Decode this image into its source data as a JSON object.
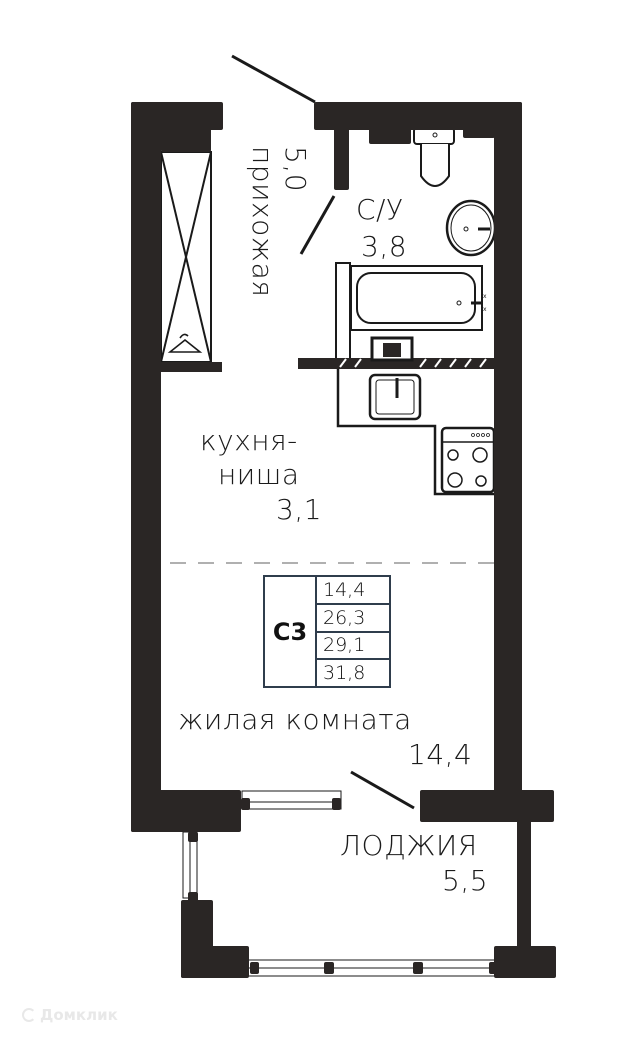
{
  "plan": {
    "rooms": [
      {
        "id": "hallway",
        "name": "прихожая",
        "area": "5,0"
      },
      {
        "id": "bathroom",
        "name": "С/У",
        "area": "3,8"
      },
      {
        "id": "kitchen",
        "name_line1": "кухня-",
        "name_line2": "ниша",
        "area": "3,1"
      },
      {
        "id": "living",
        "name": "жилая комната",
        "area": "14,4"
      },
      {
        "id": "loggia",
        "name": "ЛОДЖИЯ",
        "area": "5,5"
      }
    ],
    "legend": {
      "code": "С3",
      "values": [
        "14,4",
        "26,3",
        "29,1",
        "31,8"
      ]
    },
    "colors": {
      "wall": "#2a2625",
      "line": "#1a1a1a",
      "table_border": "#2f3d4c",
      "dashed": "#b0b0b0"
    }
  },
  "watermark": {
    "text": "Домклик"
  }
}
